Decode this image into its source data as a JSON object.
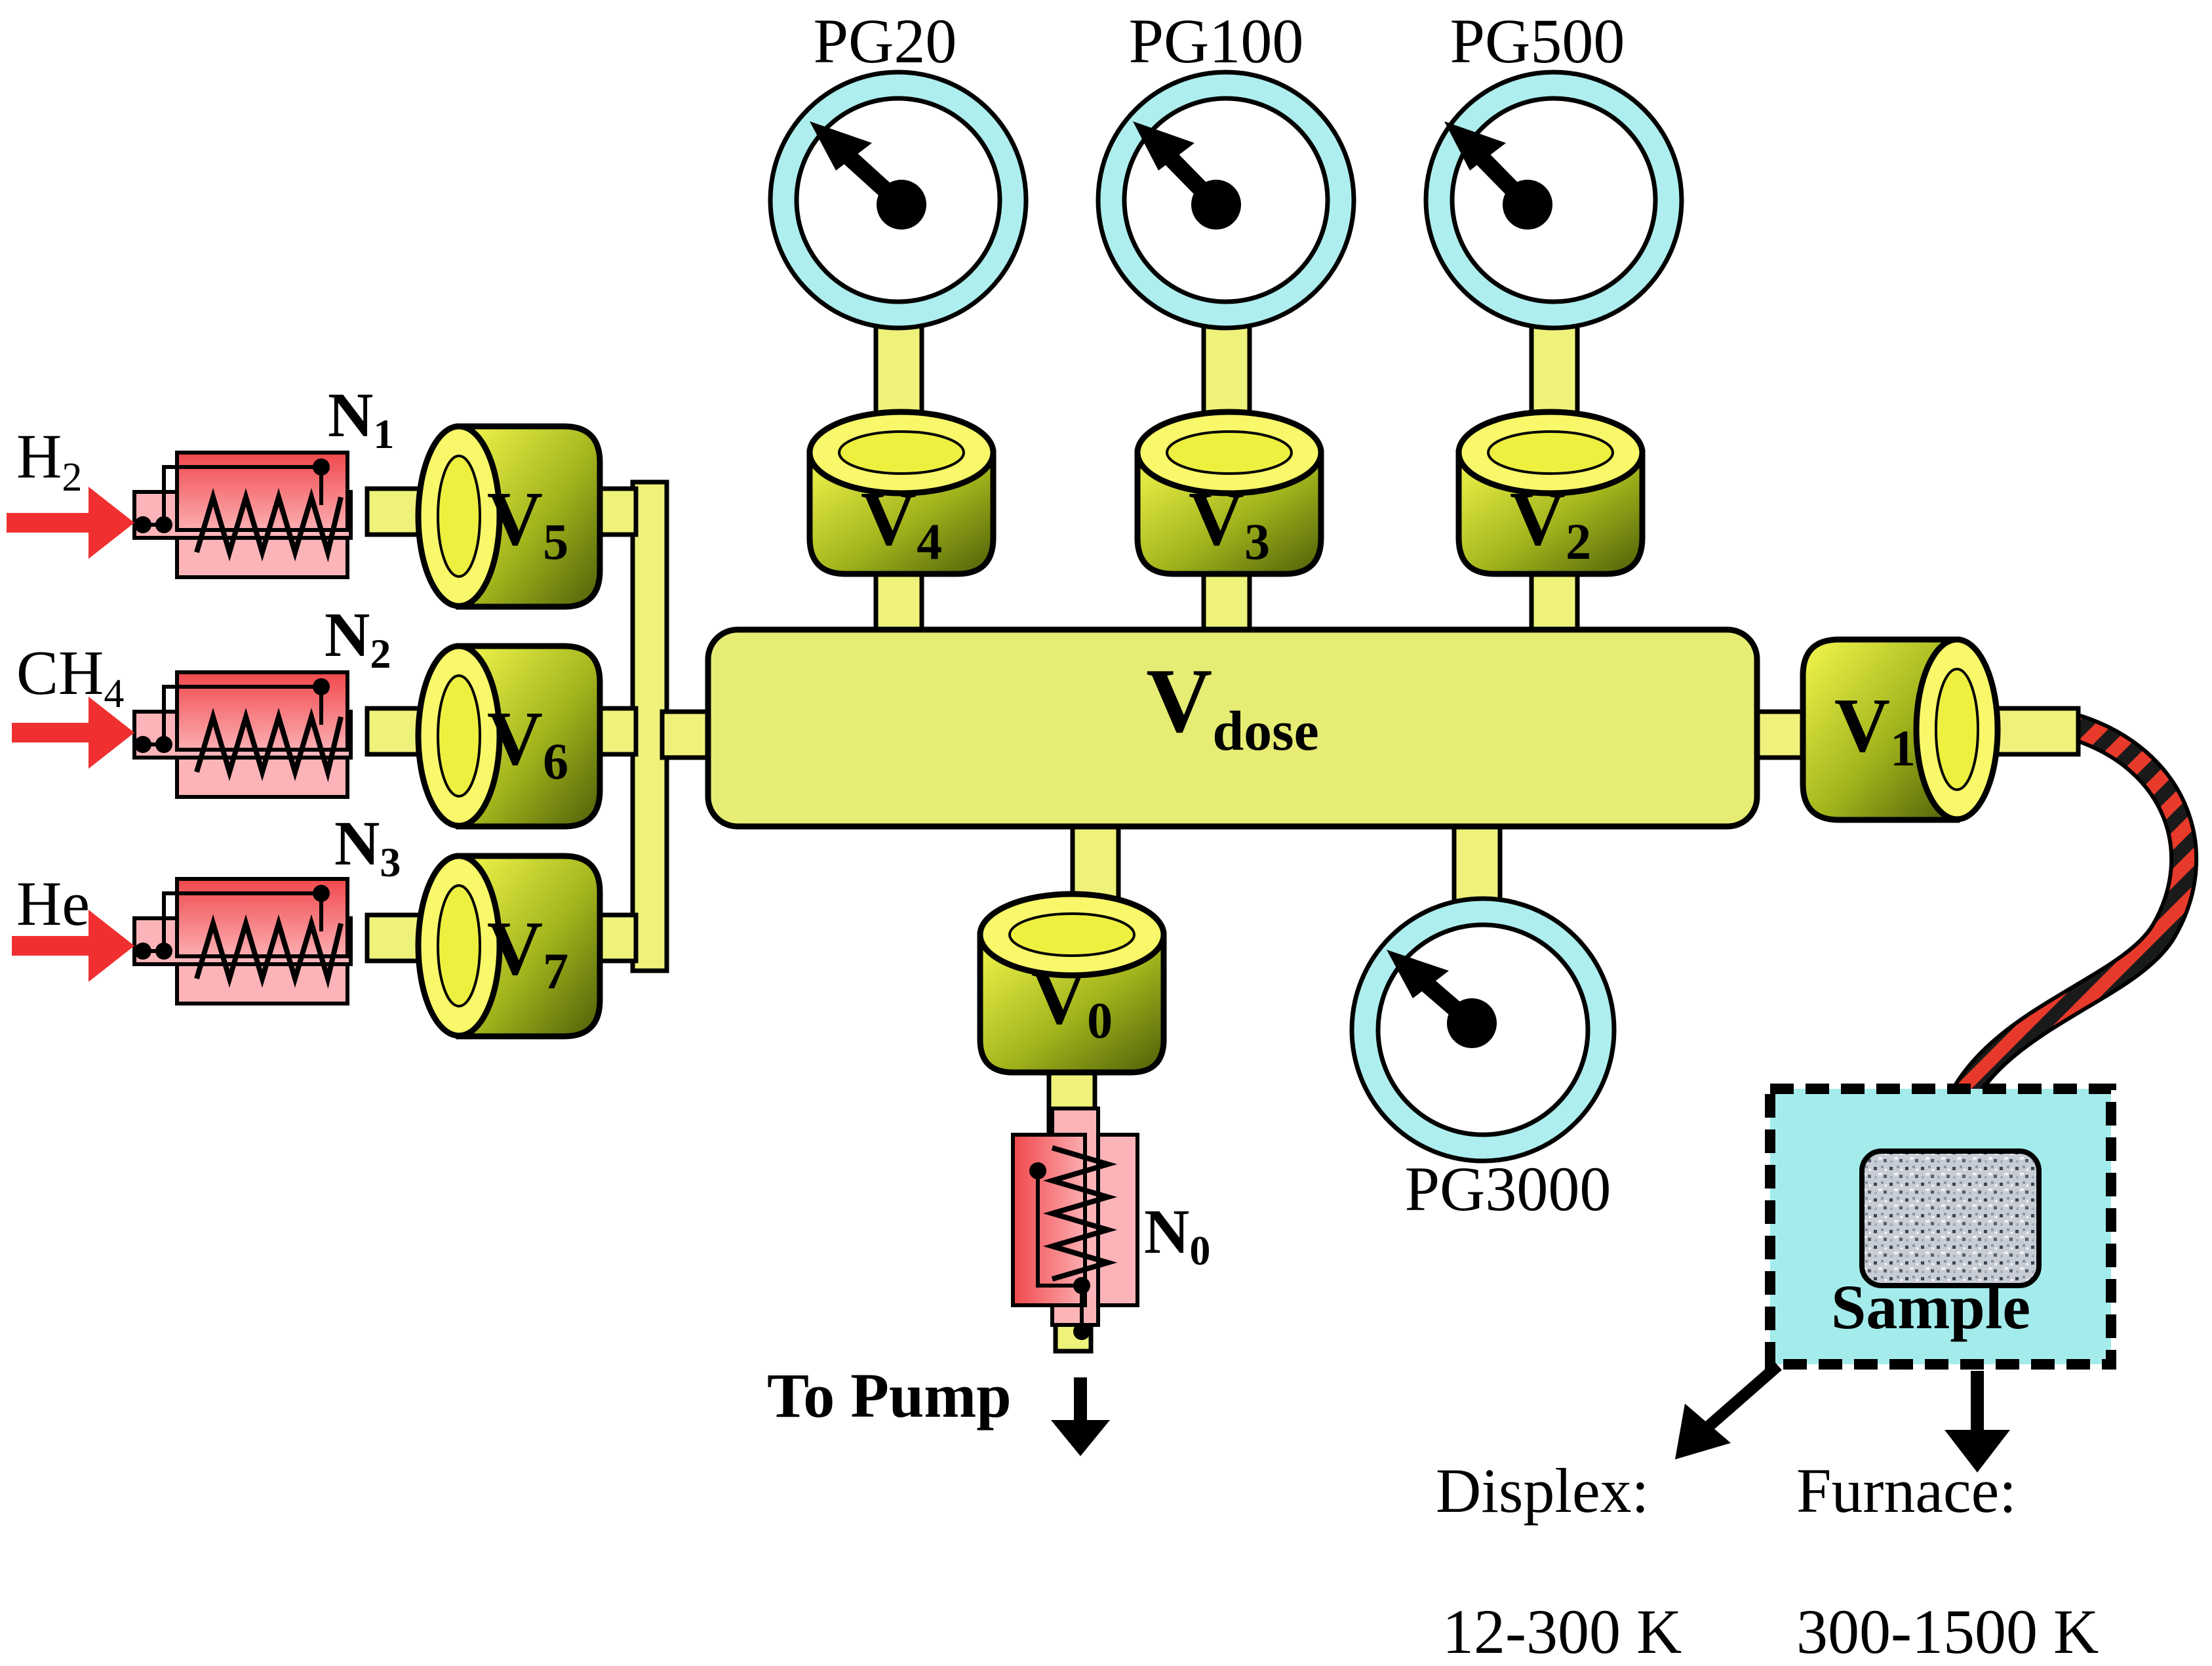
{
  "gauges": {
    "pg20": "PG20",
    "pg100": "PG100",
    "pg500": "PG500",
    "pg3000": "PG3000"
  },
  "valves": {
    "v0": {
      "main": "V",
      "sub": "0"
    },
    "v1": {
      "main": "V",
      "sub": "1"
    },
    "v2": {
      "main": "V",
      "sub": "2"
    },
    "v3": {
      "main": "V",
      "sub": "3"
    },
    "v4": {
      "main": "V",
      "sub": "4"
    },
    "v5": {
      "main": "V",
      "sub": "5"
    },
    "v6": {
      "main": "V",
      "sub": "6"
    },
    "v7": {
      "main": "V",
      "sub": "7"
    }
  },
  "dose_volume": {
    "main": "V",
    "sub": "dose"
  },
  "needle_valves": {
    "n0": {
      "main": "N",
      "sub": "0"
    },
    "n1": {
      "main": "N",
      "sub": "1"
    },
    "n2": {
      "main": "N",
      "sub": "2"
    },
    "n3": {
      "main": "N",
      "sub": "3"
    }
  },
  "gas_inputs": {
    "h2": {
      "main": "H",
      "sub": "2"
    },
    "ch4": {
      "main": "CH",
      "sub": "4"
    },
    "he": {
      "main": "He"
    }
  },
  "pump_label": "To Pump",
  "sample_label": "Sample",
  "displex": {
    "name": "Displex:",
    "range": "12-300 K"
  },
  "furnace": {
    "name": "Furnace:",
    "range": "300-1500 K"
  },
  "colors": {
    "gauge_ring": "#aeeeee",
    "valve_light": "#eef24a",
    "valve_dark": "#58680a",
    "valve_top": "#f8f86a",
    "manifold": "#e6ec74",
    "needle_light": "#fcb4b8",
    "needle_dark": "#f0484c",
    "gas_arrow": "#f03030",
    "sample_box": "#a4ecec"
  }
}
